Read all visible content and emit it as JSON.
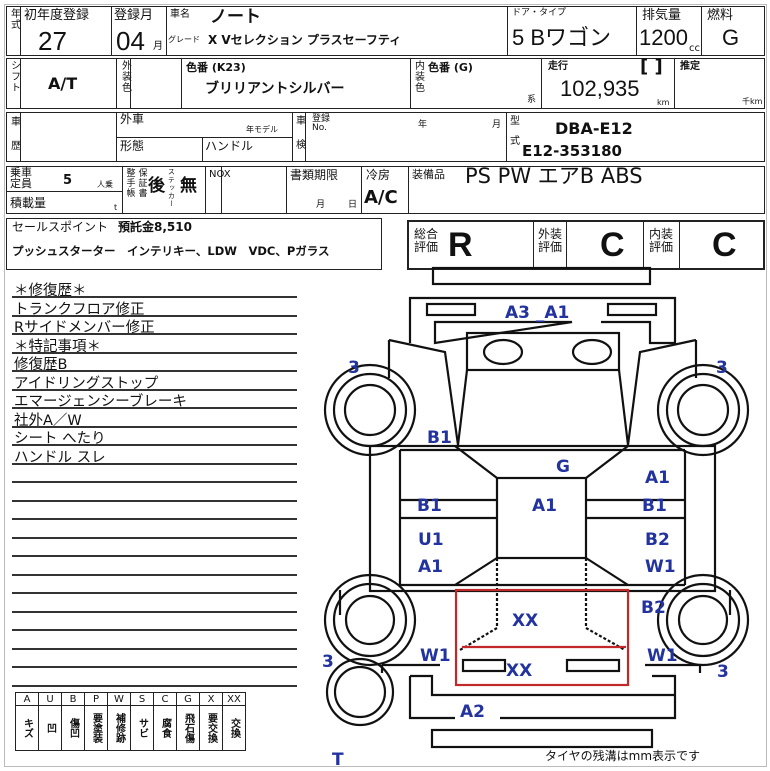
{
  "row1": {
    "nenshiki_label": "年式",
    "first_reg_label": "初年度登録",
    "first_reg_value": "27",
    "reg_month_label": "登録月",
    "reg_month_value": "04",
    "month_unit": "月",
    "car_name_label": "車名",
    "car_name": "ノート",
    "grade_label": "グレード",
    "grade": "X Vセレクション プラスセーフティ",
    "door_type_label": "ドア・タイプ",
    "door_type": "5 Bワゴン",
    "displacement_label": "排気量",
    "displacement": "1200",
    "cc_unit": "cc",
    "fuel_label": "燃料",
    "fuel": "G"
  },
  "row2": {
    "shift_label": "シフト",
    "shift": "A/T",
    "ext_color_label": "外装色",
    "color_no_label": "色番 (K23)",
    "color_name": "ブリリアントシルバー",
    "int_color_label": "内装色",
    "int_color_no_label": "色番 (G)",
    "int_unit": "系",
    "mileage_label": "走行",
    "mileage_bracket": "[ ]",
    "mileage": "102,935",
    "km_unit": "km",
    "estimate_label": "推定",
    "thousand_km": "千km"
  },
  "row3": {
    "history_label": "車歴",
    "import_label": "外車",
    "model_year_label": "年モデル",
    "form_label": "形態",
    "handle_label": "ハンドル",
    "inspection_label": "車検",
    "reg_no_label": "登録 No.",
    "year_label": "年",
    "month_label": "月",
    "model_label": "型式",
    "model_code": "DBA-E12",
    "chassis_no": "E12-353180"
  },
  "row4": {
    "capacity_label": "乗車定員",
    "capacity": "5",
    "persons_unit": "人乗",
    "load_label": "積載量",
    "ton_unit": "t",
    "warranty_label": "保証書",
    "manual_label": "整手帳",
    "warranty_value": "後",
    "sticker_label": "ステッカー",
    "sticker_value": "無",
    "nox_label": "NOX",
    "docs_label": "書類期限",
    "docs_month": "月",
    "docs_day": "日",
    "ac_label": "冷房",
    "ac_value": "A/C",
    "equipment_label": "装備品",
    "equipment": "PS PW エアB ABS"
  },
  "sale_point": {
    "label": "セールスポイント",
    "line1": "預託金8,510",
    "line2": "プッシュスターター　インテリキー、LDW　VDC、Pガラス"
  },
  "ratings": {
    "overall_label": "総合評価",
    "overall": "R",
    "exterior_label": "外装評価",
    "exterior": "C",
    "interior_label": "内装評価",
    "interior": "C"
  },
  "notes": [
    "＊修復歴＊",
    "トランクフロア修正",
    "Rサイドメンバー修正",
    "＊特記事項＊",
    "修復歴B",
    "アイドリングストップ",
    "エマージェンシーブレーキ",
    "社外A／W",
    "シート へたり",
    "ハンドル スレ"
  ],
  "legend": [
    {
      "code": "A",
      "meaning": "キズ"
    },
    {
      "code": "U",
      "meaning": "凹"
    },
    {
      "code": "B",
      "meaning": "傷凹"
    },
    {
      "code": "P",
      "meaning": "要塗装"
    },
    {
      "code": "W",
      "meaning": "補修跡"
    },
    {
      "code": "S",
      "meaning": "サビ"
    },
    {
      "code": "C",
      "meaning": "腐食"
    },
    {
      "code": "G",
      "meaning": "飛石傷"
    },
    {
      "code": "X",
      "meaning": "要交換"
    },
    {
      "code": "XX",
      "meaning": "交換"
    }
  ],
  "diagram_marks": {
    "front_bumper": "A3 _A1",
    "fl_tire": "3",
    "fr_tire": "3",
    "windshield_left": "B1",
    "roof_front": "G",
    "f_fender_r": "A1",
    "door_fl": "B1",
    "roof": "A1",
    "door_fr": "B1",
    "door_rl_1": "U1",
    "door_rl_2": "A1",
    "door_rr_1": "B2",
    "door_rr_2": "W1",
    "trunk": "XX",
    "quarter_r": "B2",
    "quarter_l": "W1",
    "rear_panel": "XX",
    "quarter_r2": "W1",
    "rl_tire": "3",
    "rr_tire": "3",
    "rear_bumper": "A2",
    "spare": "T"
  },
  "footnote": "タイヤの残溝はmm表示です",
  "colors": {
    "mark": "#2233a0",
    "repair_outline": "#c0282a"
  }
}
